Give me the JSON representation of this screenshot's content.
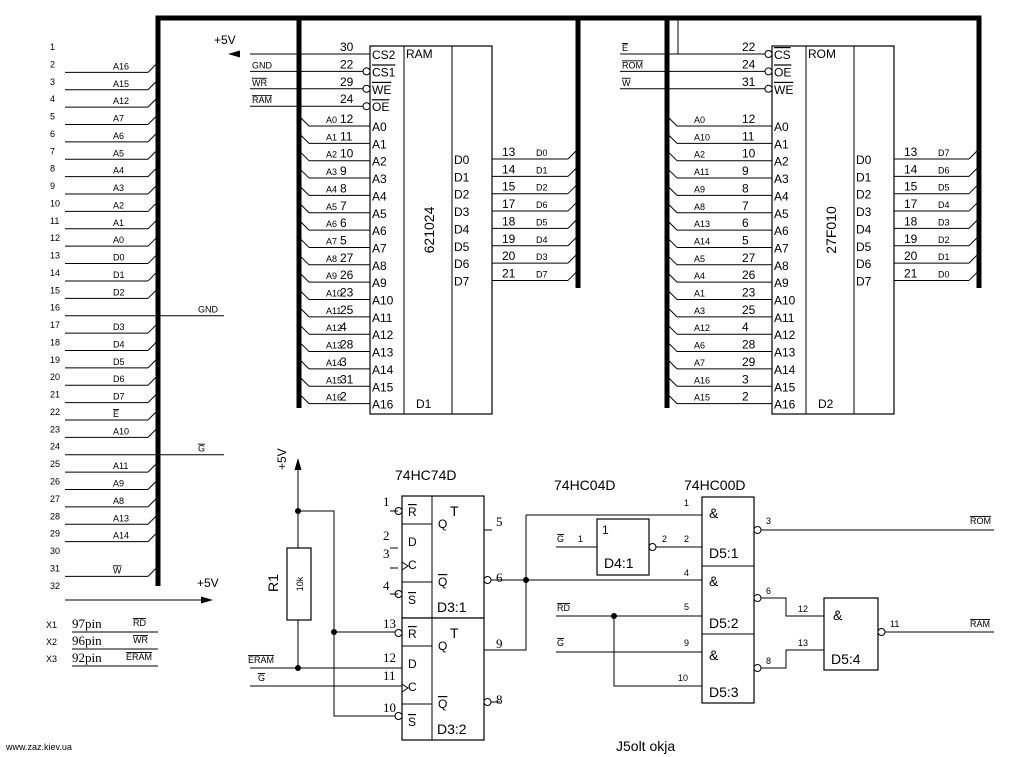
{
  "connector": {
    "pins": [
      {
        "n": "1",
        "sig": "",
        "ov": false
      },
      {
        "n": "2",
        "sig": "A16",
        "ov": false
      },
      {
        "n": "3",
        "sig": "A15",
        "ov": false
      },
      {
        "n": "4",
        "sig": "A12",
        "ov": false
      },
      {
        "n": "5",
        "sig": "A7",
        "ov": false
      },
      {
        "n": "6",
        "sig": "A6",
        "ov": false
      },
      {
        "n": "7",
        "sig": "A5",
        "ov": false
      },
      {
        "n": "8",
        "sig": "A4",
        "ov": false
      },
      {
        "n": "9",
        "sig": "A3",
        "ov": false
      },
      {
        "n": "10",
        "sig": "A2",
        "ov": false
      },
      {
        "n": "11",
        "sig": "A1",
        "ov": false
      },
      {
        "n": "12",
        "sig": "A0",
        "ov": false
      },
      {
        "n": "13",
        "sig": "D0",
        "ov": false
      },
      {
        "n": "14",
        "sig": "D1",
        "ov": false
      },
      {
        "n": "15",
        "sig": "D2",
        "ov": false
      },
      {
        "n": "16",
        "sig": "GND",
        "ov": false
      },
      {
        "n": "17",
        "sig": "D3",
        "ov": false
      },
      {
        "n": "18",
        "sig": "D4",
        "ov": false
      },
      {
        "n": "19",
        "sig": "D5",
        "ov": false
      },
      {
        "n": "20",
        "sig": "D6",
        "ov": false
      },
      {
        "n": "21",
        "sig": "D7",
        "ov": false
      },
      {
        "n": "22",
        "sig": "E",
        "ov": true
      },
      {
        "n": "23",
        "sig": "A10",
        "ov": false
      },
      {
        "n": "24",
        "sig": "G",
        "ov": true
      },
      {
        "n": "25",
        "sig": "A11",
        "ov": false
      },
      {
        "n": "26",
        "sig": "A9",
        "ov": false
      },
      {
        "n": "27",
        "sig": "A8",
        "ov": false
      },
      {
        "n": "28",
        "sig": "A13",
        "ov": false
      },
      {
        "n": "29",
        "sig": "A14",
        "ov": false
      },
      {
        "n": "30",
        "sig": "",
        "ov": false
      },
      {
        "n": "31",
        "sig": "W",
        "ov": true
      },
      {
        "n": "32",
        "sig": "",
        "ov": false
      }
    ],
    "plus5v": "+5V",
    "extra": [
      {
        "x": "X1",
        "pin": "97pin",
        "sig": "RD"
      },
      {
        "x": "X2",
        "pin": "96pin",
        "sig": "WR"
      },
      {
        "x": "X3",
        "pin": "92pin",
        "sig": "ERAM"
      }
    ]
  },
  "top_plus5v": "+5V",
  "ram": {
    "type": "621024",
    "func": "RAM",
    "ref": "D1",
    "ctrl": [
      {
        "sig": "",
        "ov": false,
        "pin": "30",
        "name": "CS2",
        "name_ov": false
      },
      {
        "sig": "GND",
        "ov": false,
        "pin": "22",
        "name": "CS1",
        "name_ov": true
      },
      {
        "sig": "WR",
        "ov": true,
        "pin": "29",
        "name": "WE",
        "name_ov": true
      },
      {
        "sig": "RAM",
        "ov": true,
        "pin": "24",
        "name": "OE",
        "name_ov": true
      }
    ],
    "addr": [
      {
        "sig": "A0",
        "pin": "12",
        "name": "A0"
      },
      {
        "sig": "A1",
        "pin": "11",
        "name": "A1"
      },
      {
        "sig": "A2",
        "pin": "10",
        "name": "A2"
      },
      {
        "sig": "A3",
        "pin": "9",
        "name": "A3"
      },
      {
        "sig": "A4",
        "pin": "8",
        "name": "A4"
      },
      {
        "sig": "A5",
        "pin": "7",
        "name": "A5"
      },
      {
        "sig": "A6",
        "pin": "6",
        "name": "A6"
      },
      {
        "sig": "A7",
        "pin": "5",
        "name": "A7"
      },
      {
        "sig": "A8",
        "pin": "27",
        "name": "A8"
      },
      {
        "sig": "A9",
        "pin": "26",
        "name": "A9"
      },
      {
        "sig": "A10",
        "pin": "23",
        "name": "A10"
      },
      {
        "sig": "A11",
        "pin": "25",
        "name": "A11"
      },
      {
        "sig": "A12",
        "pin": "4",
        "name": "A12"
      },
      {
        "sig": "A13",
        "pin": "28",
        "name": "A13"
      },
      {
        "sig": "A14",
        "pin": "3",
        "name": "A14"
      },
      {
        "sig": "A15",
        "pin": "31",
        "name": "A15"
      },
      {
        "sig": "A16",
        "pin": "2",
        "name": "A16"
      }
    ],
    "data": [
      {
        "name": "D0",
        "pin": "13",
        "sig": "D0"
      },
      {
        "name": "D1",
        "pin": "14",
        "sig": "D1"
      },
      {
        "name": "D2",
        "pin": "15",
        "sig": "D2"
      },
      {
        "name": "D3",
        "pin": "17",
        "sig": "D6"
      },
      {
        "name": "D4",
        "pin": "18",
        "sig": "D5"
      },
      {
        "name": "D5",
        "pin": "19",
        "sig": "D4"
      },
      {
        "name": "D6",
        "pin": "20",
        "sig": "D3"
      },
      {
        "name": "D7",
        "pin": "21",
        "sig": "D7"
      }
    ]
  },
  "rom": {
    "type": "27F010",
    "func": "ROM",
    "ref": "D2",
    "ctrl": [
      {
        "sig": "E",
        "ov": true,
        "pin": "22",
        "name": "CS",
        "name_ov": true
      },
      {
        "sig": "ROM",
        "ov": true,
        "pin": "24",
        "name": "OE",
        "name_ov": true
      },
      {
        "sig": "W",
        "ov": true,
        "pin": "31",
        "name": "WE",
        "name_ov": true
      }
    ],
    "addr": [
      {
        "sig": "A0",
        "pin": "12",
        "name": "A0"
      },
      {
        "sig": "A10",
        "pin": "11",
        "name": "A1"
      },
      {
        "sig": "A2",
        "pin": "10",
        "name": "A2"
      },
      {
        "sig": "A11",
        "pin": "9",
        "name": "A3"
      },
      {
        "sig": "A9",
        "pin": "8",
        "name": "A4"
      },
      {
        "sig": "A8",
        "pin": "7",
        "name": "A5"
      },
      {
        "sig": "A13",
        "pin": "6",
        "name": "A6"
      },
      {
        "sig": "A14",
        "pin": "5",
        "name": "A7"
      },
      {
        "sig": "A5",
        "pin": "27",
        "name": "A8"
      },
      {
        "sig": "A4",
        "pin": "26",
        "name": "A9"
      },
      {
        "sig": "A1",
        "pin": "23",
        "name": "A10"
      },
      {
        "sig": "A3",
        "pin": "25",
        "name": "A11"
      },
      {
        "sig": "A12",
        "pin": "4",
        "name": "A12"
      },
      {
        "sig": "A6",
        "pin": "28",
        "name": "A13"
      },
      {
        "sig": "A7",
        "pin": "29",
        "name": "A14"
      },
      {
        "sig": "A16",
        "pin": "3",
        "name": "A15"
      },
      {
        "sig": "A15",
        "pin": "2",
        "name": "A16"
      }
    ],
    "data": [
      {
        "name": "D0",
        "pin": "13",
        "sig": "D7"
      },
      {
        "name": "D1",
        "pin": "14",
        "sig": "D6"
      },
      {
        "name": "D2",
        "pin": "15",
        "sig": "D5"
      },
      {
        "name": "D3",
        "pin": "17",
        "sig": "D4"
      },
      {
        "name": "D4",
        "pin": "18",
        "sig": "D3"
      },
      {
        "name": "D5",
        "pin": "19",
        "sig": "D2"
      },
      {
        "name": "D6",
        "pin": "20",
        "sig": "D1"
      },
      {
        "name": "D7",
        "pin": "21",
        "sig": "D0"
      }
    ]
  },
  "resistor": {
    "ref": "R1",
    "value": "10k",
    "supply": "+5V"
  },
  "flipflop": {
    "type": "74HC74D",
    "t": "T",
    "top": {
      "ref": "D3:1",
      "r_pin": "1",
      "d_pin": "2",
      "c_pin": "3",
      "s_pin": "4",
      "q_pin": "5",
      "nq_pin": "6"
    },
    "bot": {
      "ref": "D3:2",
      "r_pin": "13",
      "d_pin": "12",
      "c_pin": "11",
      "s_pin": "10",
      "q_pin": "9",
      "nq_pin": "8"
    },
    "r": "R",
    "d": "D",
    "c": "C",
    "s": "S",
    "q": "Q",
    "eram": "ERAM",
    "g": "G"
  },
  "inverter": {
    "type": "74HC04D",
    "ref": "D4:1",
    "sym": "1",
    "in_pin": "1",
    "out_pin": "2",
    "g": "G"
  },
  "nand": {
    "type": "74HC00D",
    "sym": "&",
    "g1": {
      "ref": "D5:1",
      "a": "1",
      "b": "2",
      "y": "3",
      "out": "ROM"
    },
    "g2": {
      "ref": "D5:2",
      "a": "4",
      "b": "5",
      "y": "6",
      "rd": "RD"
    },
    "g3": {
      "ref": "D5:3",
      "a": "9",
      "b": "10",
      "y": "8",
      "g": "G"
    },
    "g4": {
      "ref": "D5:4",
      "a": "12",
      "b": "13",
      "y": "11",
      "out": "RAM"
    }
  },
  "footer": {
    "site": "www.zaz.kiev.ua",
    "title": "J5olt okja"
  }
}
